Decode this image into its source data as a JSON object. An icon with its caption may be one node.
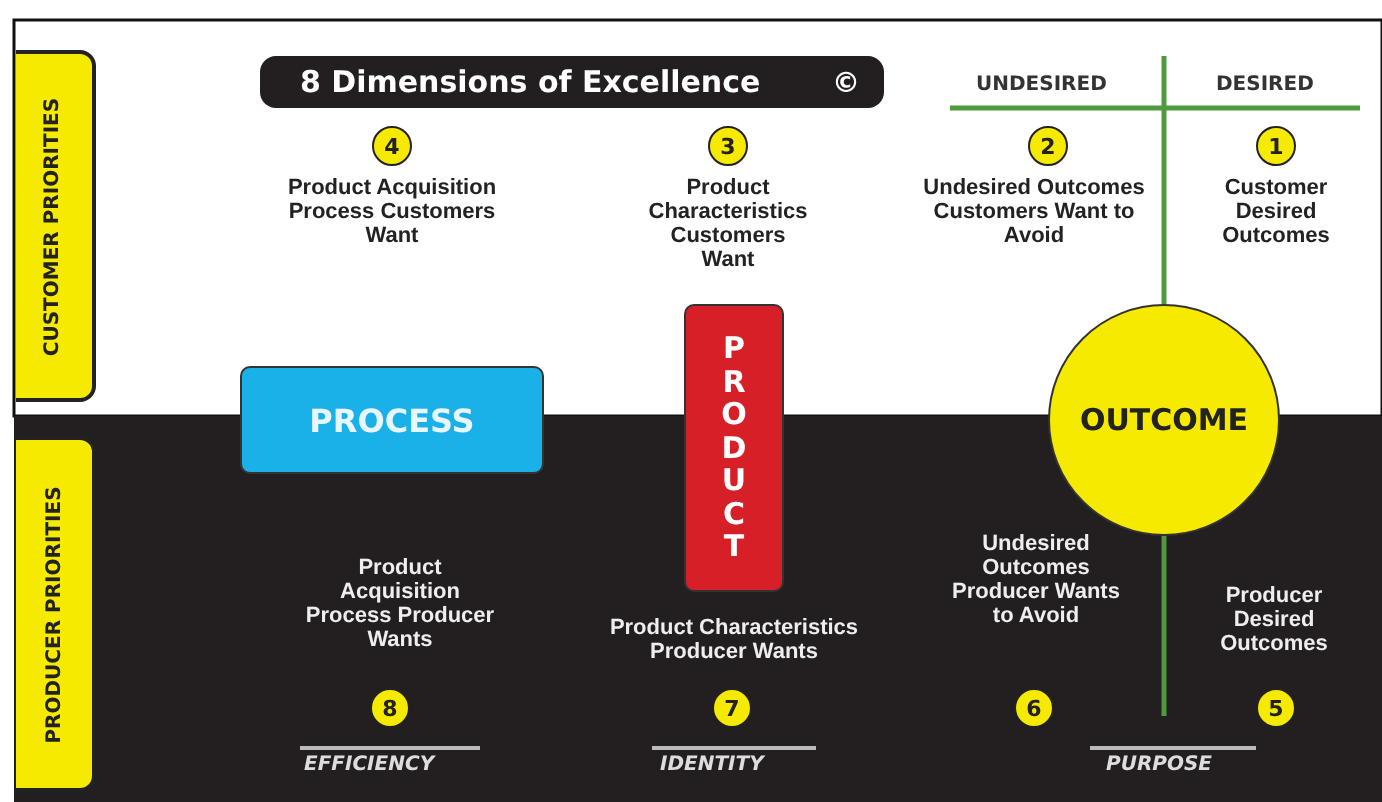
{
  "diagram": {
    "title": "8 Dimensions of Excellence",
    "nodes": [
      {
        "text": [
          "CUSTOMER PRIORITIES"
        ]
      },
      {
        "text": [
          "PRODUCER PRIORITIES"
        ]
      },
      {
        "text": [
          "4"
        ]
      },
      {
        "text": [
          "3"
        ]
      },
      {
        "text": [
          "2"
        ]
      },
      {
        "text": [
          "1"
        ]
      },
      {
        "text": [
          "PROCESS"
        ]
      },
      {
        "text": [
          "PRODUCT"
        ]
      },
      {
        "text": [
          "OUTCOME"
        ]
      },
      {
        "text": [
          "8"
        ]
      },
      {
        "text": [
          "7"
        ]
      },
      {
        "text": [
          "6"
        ]
      },
      {
        "text": [
          "5"
        ]
      }
    ],
    "edges": [],
    "labels": [
      "©",
      "UNDESIRED",
      "DESIRED",
      "Product Acquisition Process Customers Want",
      "Product Characteristics Customers Want",
      "Undesired Outcomes Customers Want to Avoid",
      "Customer Desired Outcomes",
      "Product Acquisition Process Producer Wants",
      "Product Characteristics Producer Wants",
      "Undesired Outcomes Producer Wants to Avoid",
      "Producer Desired Outcomes",
      "EFFICIENCY",
      "IDENTITY",
      "PURPOSE"
    ]
  }
}
